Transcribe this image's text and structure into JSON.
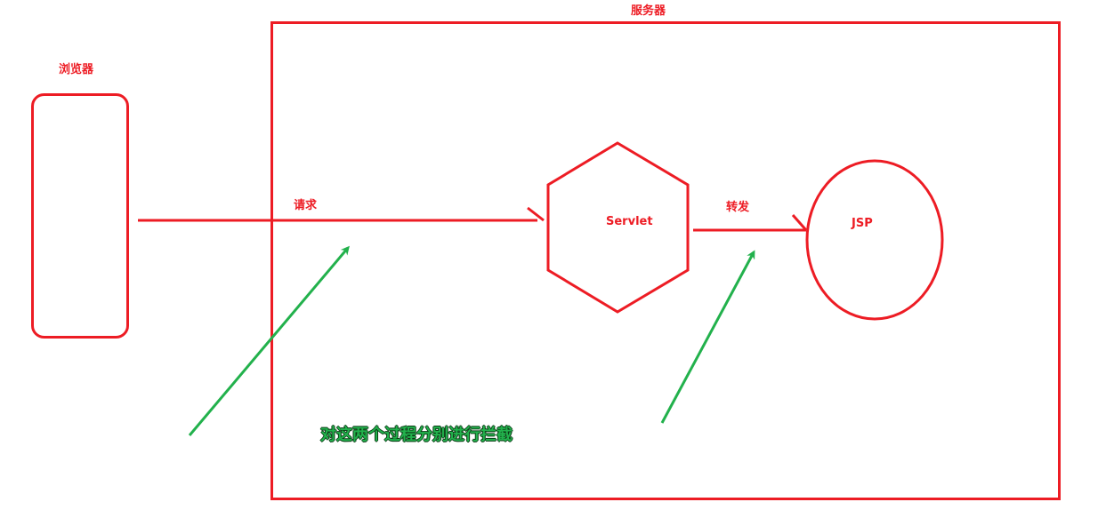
{
  "colors": {
    "primary": "#ed1c24",
    "annotation": "#22b14c",
    "background": "#ffffff"
  },
  "nodes": {
    "browser": {
      "label": "浏览器",
      "shape": "rounded-rectangle"
    },
    "server": {
      "label": "服务器",
      "shape": "rectangle"
    },
    "servlet": {
      "label": "Servlet",
      "shape": "hexagon"
    },
    "jsp": {
      "label": "JSP",
      "shape": "ellipse"
    }
  },
  "edges": [
    {
      "from": "browser",
      "to": "servlet",
      "label": "请求"
    },
    {
      "from": "servlet",
      "to": "jsp",
      "label": "转发"
    }
  ],
  "annotation": {
    "text": "对这两个过程分别进行拦截",
    "pointers": [
      "request-edge",
      "forward-edge"
    ]
  }
}
